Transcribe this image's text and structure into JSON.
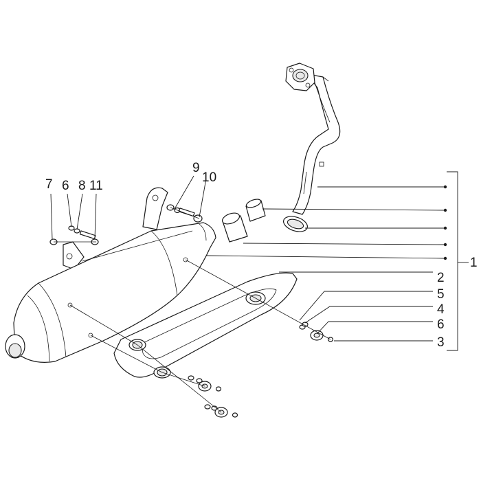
{
  "callouts": {
    "c1": "1",
    "c2": "2",
    "c3": "3",
    "c4": "4",
    "c5": "5",
    "c6": "6",
    "c6b": "6",
    "c7": "7",
    "c8": "8",
    "c9": "9",
    "c10": "10",
    "c11": "11"
  }
}
